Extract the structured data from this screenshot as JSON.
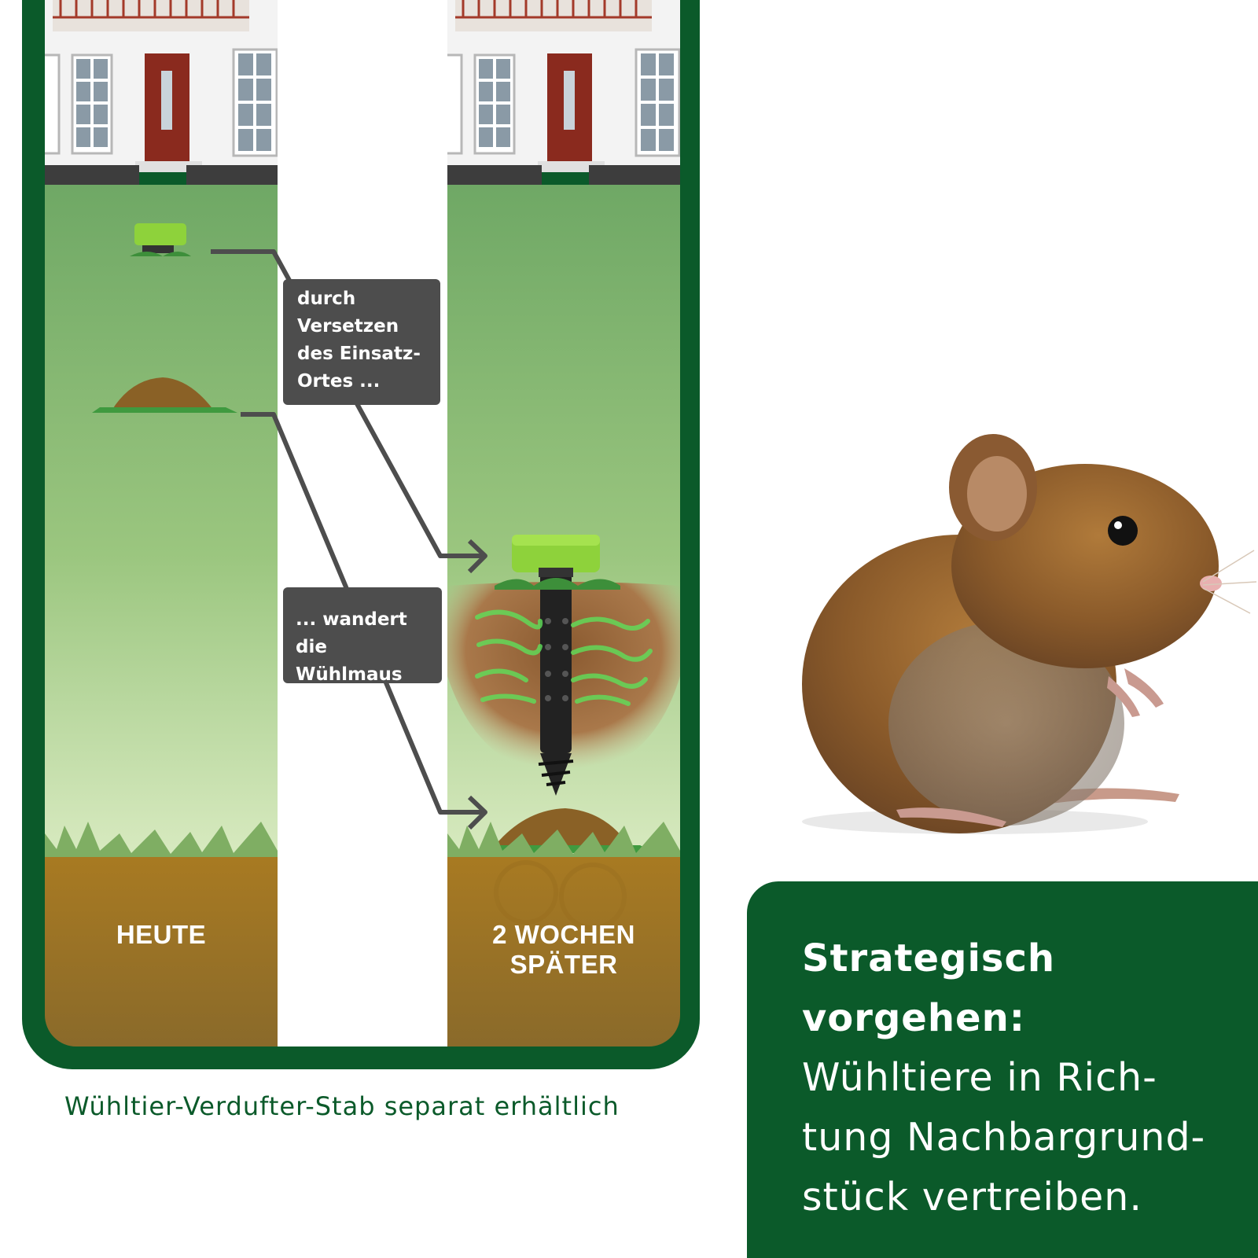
{
  "panels": {
    "left_label": [
      "HEUTE"
    ],
    "right_label": [
      "2 WOCHEN",
      "SPÄTER"
    ]
  },
  "callouts": {
    "first": [
      "durch",
      "Versetzen",
      "des Einsatz-",
      "Ortes ..."
    ],
    "second": [
      "... wandert die",
      "Wühlmaus ab!"
    ]
  },
  "caption": "Wühltier-Verdufter-Stab separat erhältlich",
  "info_box": {
    "heading": [
      "Strategisch",
      "vorgehen:"
    ],
    "body": [
      "Wühltiere in Rich-",
      "tung Nachbargrund-",
      "stück vertreiben."
    ]
  },
  "colors": {
    "brand_green": "#0b5a2a",
    "lawn_top": "#6fa865",
    "lawn_bottom": "#d8eac0",
    "soil": "#a87a22",
    "callout_bg": "#4d4d4d",
    "device_cap": "#8ed23b"
  },
  "icons": {
    "house": "house-facade-illustration",
    "device": "repellent-stake-icon",
    "molehill": "molehill-icon",
    "animal": "vole-photo"
  }
}
